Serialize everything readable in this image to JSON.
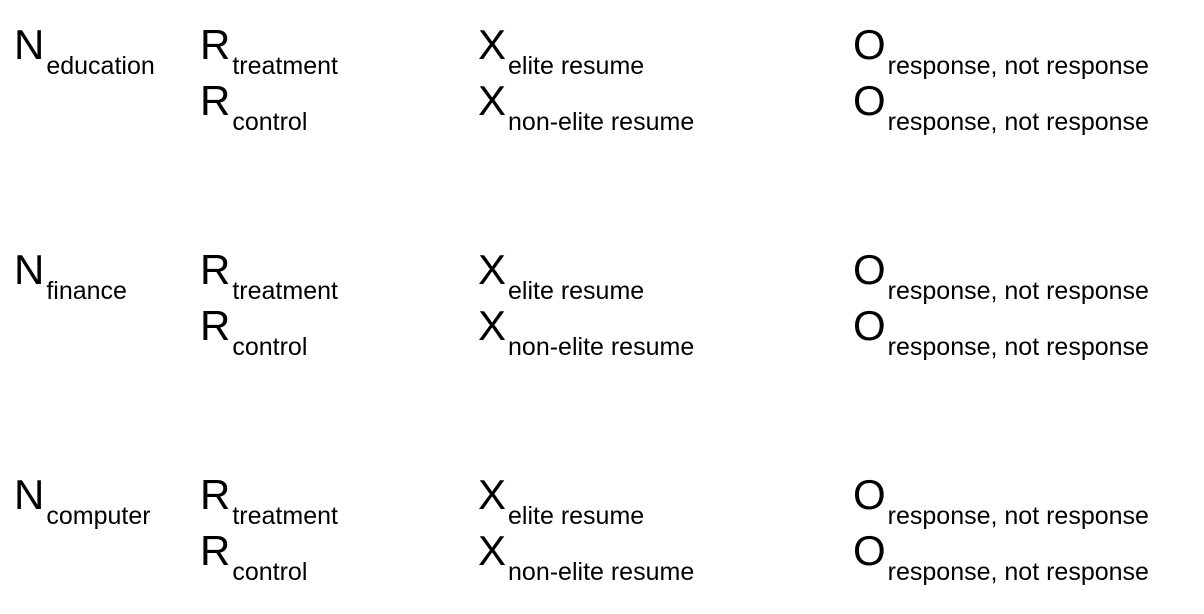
{
  "design_blocks": [
    {
      "group": {
        "letter": "N",
        "subscript": "education"
      },
      "rows": [
        {
          "assignment": {
            "letter": "R",
            "subscript": "treatment"
          },
          "intervention": {
            "letter": "X",
            "subscript": "elite resume"
          },
          "observation": {
            "letter": "O",
            "subscript": "response, not response"
          }
        },
        {
          "assignment": {
            "letter": "R",
            "subscript": "control"
          },
          "intervention": {
            "letter": "X",
            "subscript": "non-elite resume"
          },
          "observation": {
            "letter": "O",
            "subscript": "response, not response"
          }
        }
      ]
    },
    {
      "group": {
        "letter": "N",
        "subscript": "finance"
      },
      "rows": [
        {
          "assignment": {
            "letter": "R",
            "subscript": "treatment"
          },
          "intervention": {
            "letter": "X",
            "subscript": "elite resume"
          },
          "observation": {
            "letter": "O",
            "subscript": "response, not response"
          }
        },
        {
          "assignment": {
            "letter": "R",
            "subscript": "control"
          },
          "intervention": {
            "letter": "X",
            "subscript": "non-elite resume"
          },
          "observation": {
            "letter": "O",
            "subscript": "response, not response"
          }
        }
      ]
    },
    {
      "group": {
        "letter": "N",
        "subscript": "computer"
      },
      "rows": [
        {
          "assignment": {
            "letter": "R",
            "subscript": "treatment"
          },
          "intervention": {
            "letter": "X",
            "subscript": "elite resume"
          },
          "observation": {
            "letter": "O",
            "subscript": "response, not response"
          }
        },
        {
          "assignment": {
            "letter": "R",
            "subscript": "control"
          },
          "intervention": {
            "letter": "X",
            "subscript": "non-elite resume"
          },
          "observation": {
            "letter": "O",
            "subscript": "response, not response"
          }
        }
      ]
    }
  ]
}
